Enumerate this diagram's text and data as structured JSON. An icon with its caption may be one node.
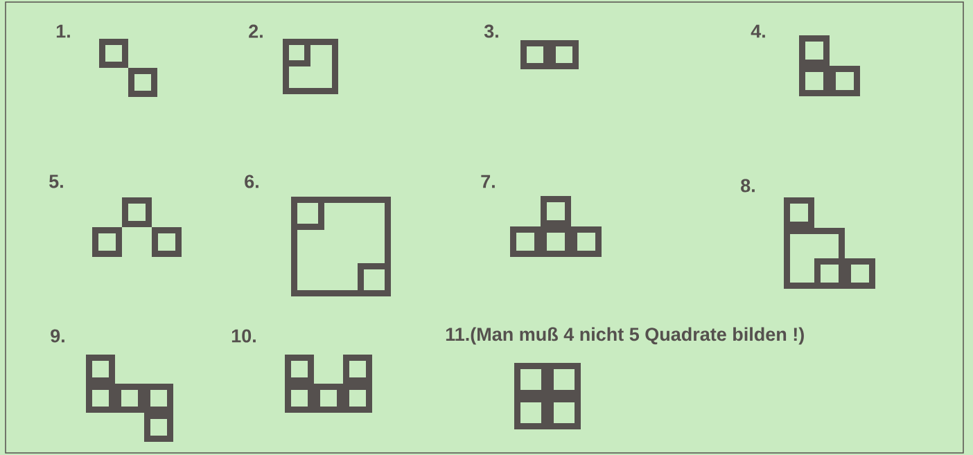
{
  "diagram": {
    "labels": [
      "1.",
      "2.",
      "3.",
      "4.",
      "5.",
      "6.",
      "7.",
      "8.",
      "9.",
      "10.",
      "11.(Man muß 4 nicht 5 Quadrate bilden !)"
    ]
  }
}
